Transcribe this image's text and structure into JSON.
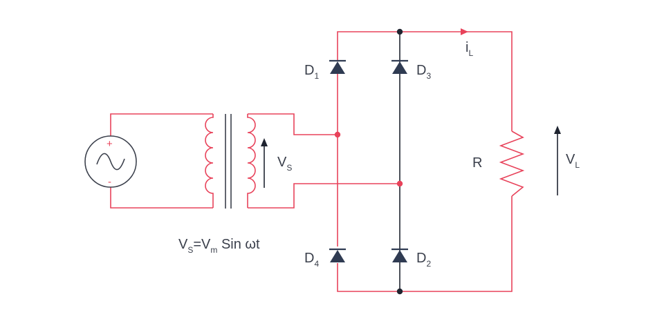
{
  "colors": {
    "wire": "#e8425a",
    "diode": "#2f3b52",
    "text": "#3a3f4b",
    "node_red": "#e8425a",
    "node_dark": "#1f2430"
  },
  "source": {
    "plus": "+",
    "minus": "-"
  },
  "labels": {
    "d1": {
      "main": "D",
      "sub": "1"
    },
    "d2": {
      "main": "D",
      "sub": "2"
    },
    "d3": {
      "main": "D",
      "sub": "3"
    },
    "d4": {
      "main": "D",
      "sub": "4"
    },
    "vs": {
      "main": "V",
      "sub": "S"
    },
    "il": {
      "main": "i",
      "sub": "L"
    },
    "r": "R",
    "vl": {
      "main": "V",
      "sub": "L"
    },
    "equation": {
      "v": "V",
      "s": "S",
      "eq": "=V",
      "m": "m",
      "rest": " Sin ωt"
    }
  }
}
